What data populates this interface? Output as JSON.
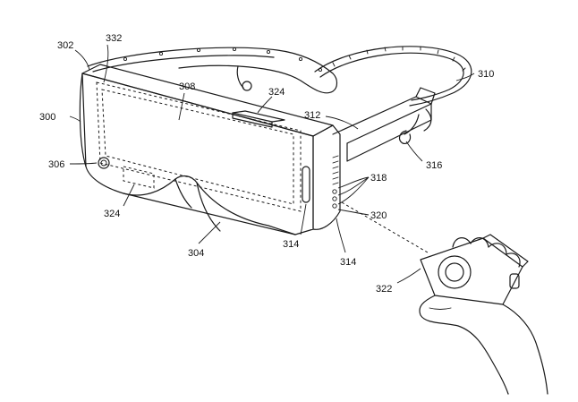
{
  "labels": {
    "l300": "300",
    "l302": "302",
    "l304": "304",
    "l306": "306",
    "l308": "308",
    "l310": "310",
    "l312": "312",
    "l314a": "314",
    "l314b": "314",
    "l316": "316",
    "l318": "318",
    "l320": "320",
    "l322": "322",
    "l324a": "324",
    "l324b": "324",
    "l332": "332"
  }
}
